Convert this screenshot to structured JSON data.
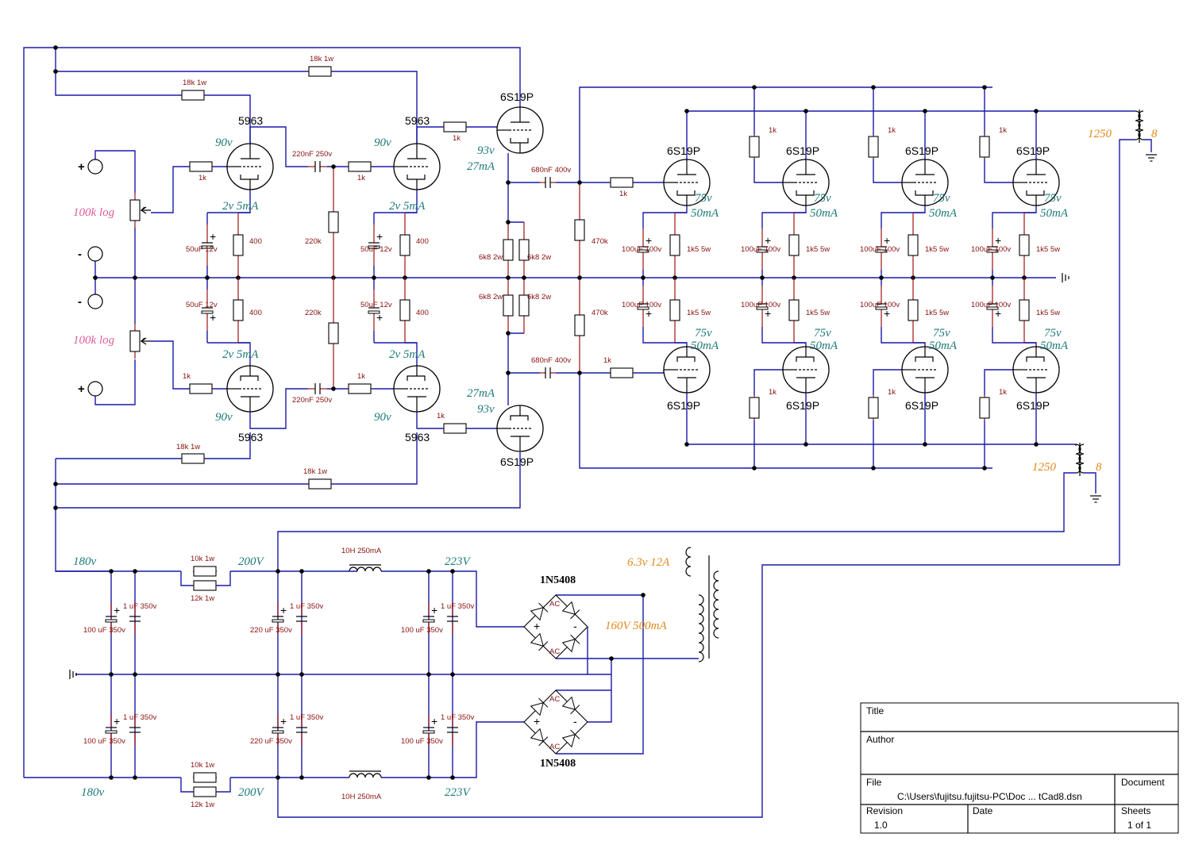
{
  "labels": {
    "driver_tube": "5963",
    "output_tube": "6S19P",
    "r_18k": "18k 1w",
    "r_1k": "1k",
    "r_400": "400",
    "r_220k": "220k",
    "r_6k8": "6k8 2w",
    "r_470k": "470k",
    "r_1k5": "1k5 5w",
    "r_10k": "10k 1w",
    "r_12k": "12k 1w",
    "c_220n": "220nF 250v",
    "c_680n": "680nF 400v",
    "c_50u": "50uF 12v",
    "c_100u": "100uF 100v",
    "c_1u": "1 uF 350v",
    "c_100u350": "100 uF 350v",
    "c_220u350": "220 uF 350v",
    "choke": "10H 250mA",
    "rectifier": "1N5408",
    "ac": "AC",
    "plus": "+",
    "minus": "-"
  },
  "handwritten": {
    "pot": "100k log",
    "v90": "90v",
    "bias_driver": "2v 5mA",
    "v93": "93v",
    "ma27": "27mA",
    "bias_output_a": "75v",
    "bias_output_b": "50mA",
    "v180": "180v",
    "v200": "200V",
    "v223": "223V",
    "xfmr_1250": "1250",
    "xfmr_8": "8",
    "heater": "6.3v 12A",
    "hv": "160V 500mA"
  },
  "title_block": {
    "title_label": "Title",
    "author_label": "Author",
    "file_label": "File",
    "file_value": "C:\\Users\\fujitsu.fujitsu-PC\\Doc ... tCad8.dsn",
    "document_label": "Document",
    "revision_label": "Revision",
    "revision_value": "1.0",
    "date_label": "Date",
    "sheets_label": "Sheets",
    "sheets_value": "1 of 1"
  },
  "colors": {
    "wire": "#1a1aa8",
    "component_lead": "#a01010",
    "voltage_note": "#1e7a7a",
    "pot_note": "#e05a9a",
    "transformer_note": "#e08a1a"
  }
}
